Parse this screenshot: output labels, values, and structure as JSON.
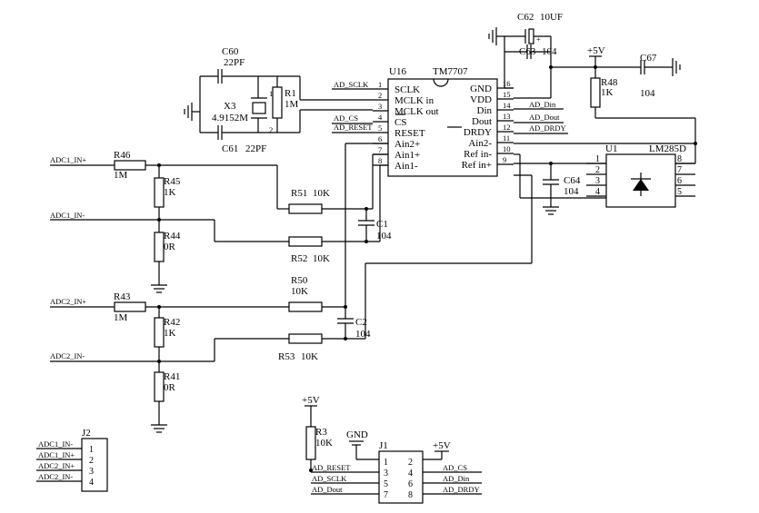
{
  "u16": {
    "ref": "U16",
    "part": "TM7707",
    "left_pins": [
      {
        "num": "1",
        "name": "SCLK"
      },
      {
        "num": "2",
        "name": "MCLK in"
      },
      {
        "num": "3",
        "name": "MCLK out"
      },
      {
        "num": "4",
        "name": "CS"
      },
      {
        "num": "5",
        "name": "RESET"
      },
      {
        "num": "6",
        "name": "Ain2+"
      },
      {
        "num": "7",
        "name": "Ain1+"
      },
      {
        "num": "8",
        "name": "Ain1-"
      }
    ],
    "right_pins": [
      {
        "num": "16",
        "name": "GND"
      },
      {
        "num": "15",
        "name": "VDD"
      },
      {
        "num": "14",
        "name": "Din"
      },
      {
        "num": "13",
        "name": "Dout"
      },
      {
        "num": "12",
        "name": "DRDY"
      },
      {
        "num": "11",
        "name": "Ain2-"
      },
      {
        "num": "10",
        "name": "Ref in-"
      },
      {
        "num": "9",
        "name": "Ref in+"
      }
    ],
    "nets_left": [
      "AD_SCLK",
      "AD_CS",
      "AD_RESET"
    ],
    "nets_right": [
      "AD_Din",
      "AD_Dout",
      "AD_DRDY"
    ]
  },
  "u1": {
    "ref": "U1",
    "part": "LM285D",
    "left_nums": [
      "1",
      "2",
      "3",
      "4"
    ],
    "right_nums": [
      "8",
      "7",
      "6",
      "5"
    ]
  },
  "caps": {
    "c60": {
      "ref": "C60",
      "val": "22PF"
    },
    "c61": {
      "ref": "C61",
      "val": "22PF"
    },
    "c62": {
      "ref": "C62",
      "val": "10UF"
    },
    "c63": {
      "ref": "C63",
      "val": "104"
    },
    "c67": {
      "ref": "C67",
      "val": "104"
    },
    "c64": {
      "ref": "C64",
      "val": "104"
    },
    "c1": {
      "ref": "C1",
      "val": "104"
    },
    "c2": {
      "ref": "C2",
      "val": "104"
    }
  },
  "res": {
    "r1": {
      "ref": "R1",
      "val": "1M"
    },
    "r48": {
      "ref": "R48",
      "val": "1K"
    },
    "r46": {
      "ref": "R46",
      "val": "1M"
    },
    "r45": {
      "ref": "R45",
      "val": "1K"
    },
    "r44": {
      "ref": "R44",
      "val": "0R"
    },
    "r51": {
      "ref": "R51",
      "val": "10K"
    },
    "r52": {
      "ref": "R52",
      "val": "10K"
    },
    "r43": {
      "ref": "R43",
      "val": "1M"
    },
    "r42": {
      "ref": "R42",
      "val": "1K"
    },
    "r41": {
      "ref": "R41",
      "val": "0R"
    },
    "r50": {
      "ref": "R50",
      "val": "10K"
    },
    "r53": {
      "ref": "R53",
      "val": "10K"
    },
    "r3": {
      "ref": "R3",
      "val": "10K"
    }
  },
  "xtal": {
    "ref": "X3",
    "val": "4.9152M",
    "pin1": "1",
    "pin2": "2"
  },
  "power": {
    "vcc_top": "+5V",
    "vcc_r3": "+5V",
    "vcc_j1": "+5V",
    "gnd_j1": "GND"
  },
  "inputs": {
    "adc1_p": "ADC1_IN+",
    "adc1_n": "ADC1_IN-",
    "adc2_p": "ADC2_IN+",
    "adc2_n": "ADC2_IN-"
  },
  "j2": {
    "ref": "J2",
    "pins": [
      {
        "num": "1",
        "net": "ADC1_IN-"
      },
      {
        "num": "2",
        "net": "ADC1_IN+"
      },
      {
        "num": "3",
        "net": "ADC2_IN+"
      },
      {
        "num": "4",
        "net": "ADC2_IN-"
      }
    ]
  },
  "j1": {
    "ref": "J1",
    "rows": [
      {
        "l": "1",
        "r": "2",
        "lnet": "",
        "rnet": ""
      },
      {
        "l": "3",
        "r": "4",
        "lnet": "AD_RESET",
        "rnet": "AD_CS"
      },
      {
        "l": "5",
        "r": "6",
        "lnet": "AD_SCLK",
        "rnet": "AD_Din"
      },
      {
        "l": "7",
        "r": "8",
        "lnet": "AD_Dout",
        "rnet": "AD_DRDY"
      }
    ]
  }
}
